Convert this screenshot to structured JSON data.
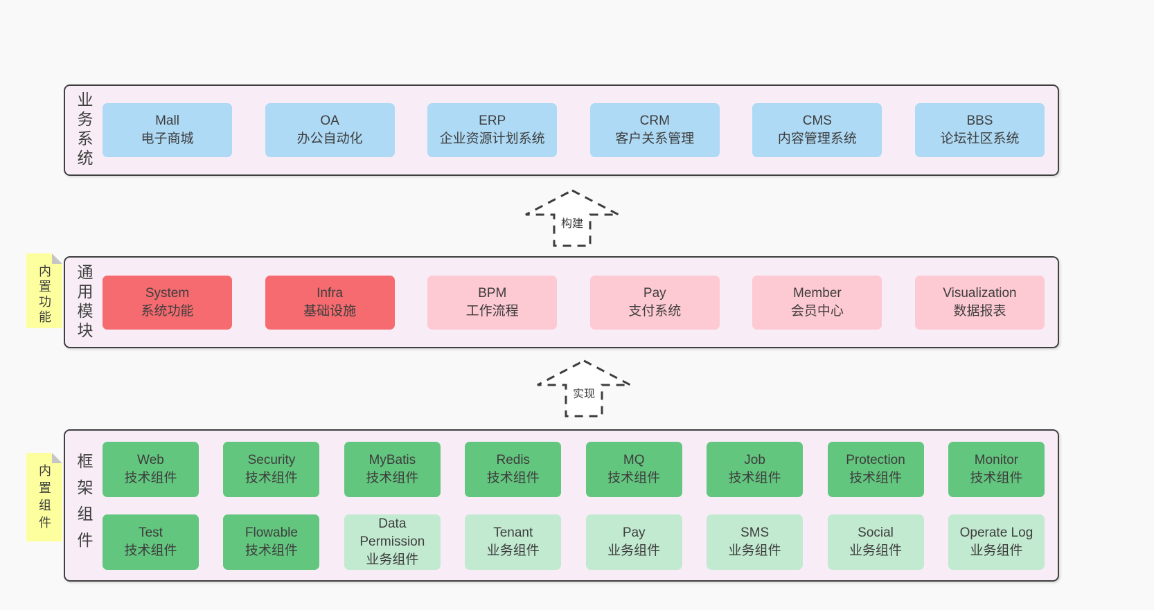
{
  "colors": {
    "page-bg": "#f9f9f9",
    "band-bg": "#f8edf6",
    "band-border": "#3f3f3f",
    "box-blue": "#aedaf5",
    "box-red": "#f56b6f",
    "box-pink": "#fdc9d2",
    "box-green": "#63c67e",
    "box-lightgreen": "#c2ead0",
    "sticky-yellow": "#fdff9f",
    "sticky-fold": "#c5c5c5",
    "text": "#3d3d3d"
  },
  "arrows": [
    {
      "label": "构建"
    },
    {
      "label": "实现"
    }
  ],
  "sections": [
    {
      "label": "业务系统",
      "rows": [
        [
          {
            "name": "Mall",
            "desc": "电子商城",
            "variant": "blue"
          },
          {
            "name": "OA",
            "desc": "办公自动化",
            "variant": "blue"
          },
          {
            "name": "ERP",
            "desc": "企业资源计划系统",
            "variant": "blue"
          },
          {
            "name": "CRM",
            "desc": "客户关系管理",
            "variant": "blue"
          },
          {
            "name": "CMS",
            "desc": "内容管理系统",
            "variant": "blue"
          },
          {
            "name": "BBS",
            "desc": "论坛社区系统",
            "variant": "blue"
          }
        ]
      ]
    },
    {
      "label": "通用模块",
      "sticky": "内置功能",
      "rows": [
        [
          {
            "name": "System",
            "desc": "系统功能",
            "variant": "red"
          },
          {
            "name": "Infra",
            "desc": "基础设施",
            "variant": "red"
          },
          {
            "name": "BPM",
            "desc": "工作流程",
            "variant": "pink"
          },
          {
            "name": "Pay",
            "desc": "支付系统",
            "variant": "pink"
          },
          {
            "name": "Member",
            "desc": "会员中心",
            "variant": "pink"
          },
          {
            "name": "Visualization",
            "desc": "数据报表",
            "variant": "pink"
          }
        ]
      ]
    },
    {
      "label": "框架组件",
      "sticky": "内置组件",
      "rows": [
        [
          {
            "name": "Web",
            "desc": "技术组件",
            "variant": "green"
          },
          {
            "name": "Security",
            "desc": "技术组件",
            "variant": "green"
          },
          {
            "name": "MyBatis",
            "desc": "技术组件",
            "variant": "green"
          },
          {
            "name": "Redis",
            "desc": "技术组件",
            "variant": "green"
          },
          {
            "name": "MQ",
            "desc": "技术组件",
            "variant": "green"
          },
          {
            "name": "Job",
            "desc": "技术组件",
            "variant": "green"
          },
          {
            "name": "Protection",
            "desc": "技术组件",
            "variant": "green"
          },
          {
            "name": "Monitor",
            "desc": "技术组件",
            "variant": "green"
          }
        ],
        [
          {
            "name": "Test",
            "desc": "技术组件",
            "variant": "green"
          },
          {
            "name": "Flowable",
            "desc": "技术组件",
            "variant": "green"
          },
          {
            "name": "Data Permission",
            "desc": "业务组件",
            "variant": "lightgreen"
          },
          {
            "name": "Tenant",
            "desc": "业务组件",
            "variant": "lightgreen"
          },
          {
            "name": "Pay",
            "desc": "业务组件",
            "variant": "lightgreen"
          },
          {
            "name": "SMS",
            "desc": "业务组件",
            "variant": "lightgreen"
          },
          {
            "name": "Social",
            "desc": "业务组件",
            "variant": "lightgreen"
          },
          {
            "name": "Operate Log",
            "desc": "业务组件",
            "variant": "lightgreen"
          }
        ]
      ]
    }
  ]
}
